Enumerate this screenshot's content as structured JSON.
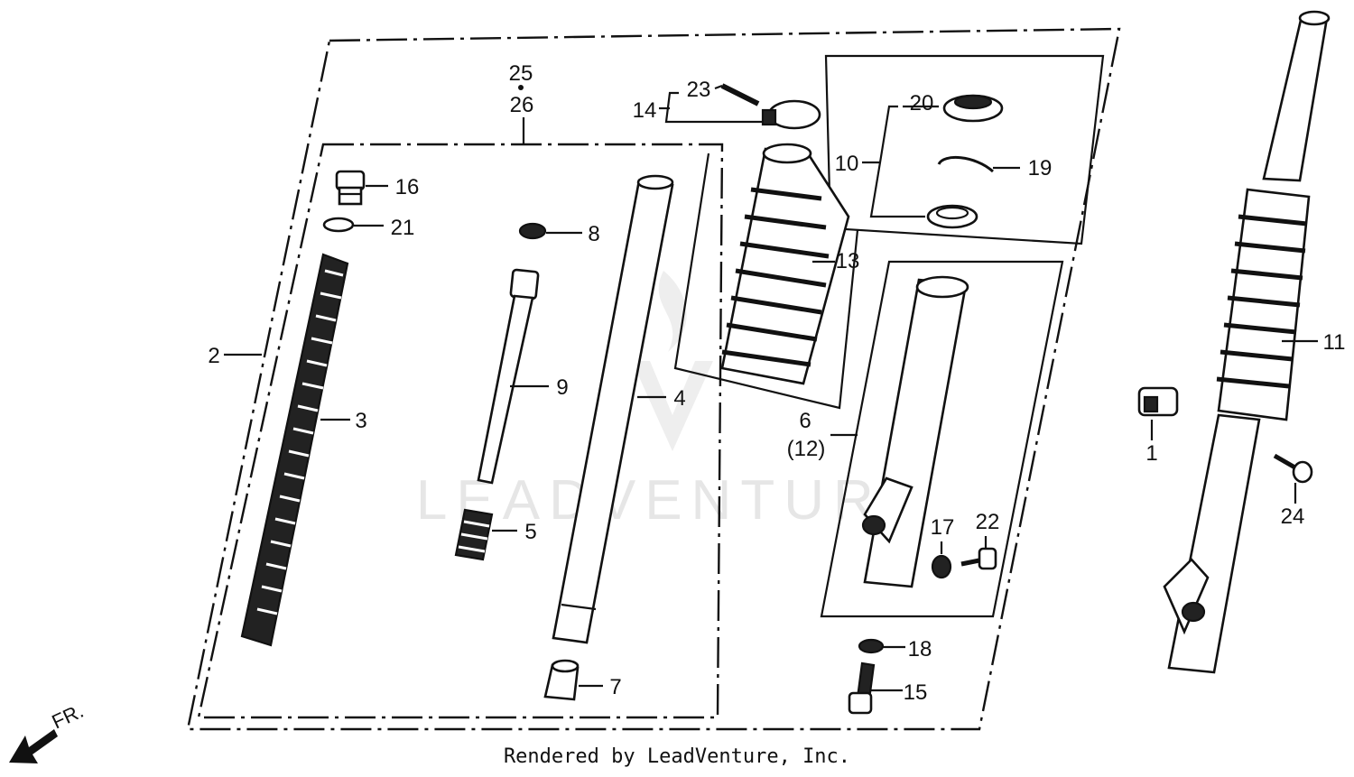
{
  "diagram": {
    "watermark": "LEADVENTURE",
    "direction_label": "FR.",
    "footer": "Rendered by LeadVenture, Inc.",
    "callouts": {
      "c1": "1",
      "c2": "2",
      "c3": "3",
      "c4": "4",
      "c5": "5",
      "c6": "6",
      "c7": "7",
      "c8": "8",
      "c9": "9",
      "c10": "10",
      "c11": "11",
      "c12": "(12)",
      "c13": "13",
      "c14": "14",
      "c15": "15",
      "c16": "16",
      "c17": "17",
      "c18": "18",
      "c19": "19",
      "c20": "20",
      "c21": "21",
      "c22": "22",
      "c23": "23",
      "c24": "24",
      "c25": "25",
      "c26": "26"
    }
  }
}
